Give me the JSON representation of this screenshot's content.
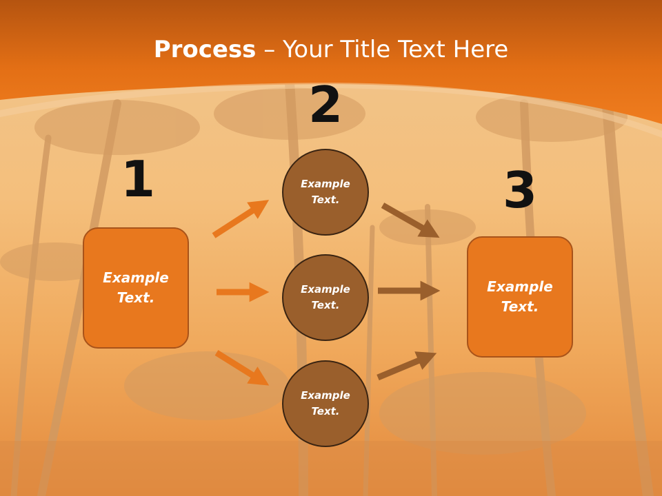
{
  "title": {
    "bold": "Process",
    "rest": " – Your Title Text Here"
  },
  "steps": {
    "one": "1",
    "two": "2",
    "three": "3"
  },
  "nodes": {
    "left": "Example Text.",
    "top": "Example Text.",
    "middle": "Example Text.",
    "bottom": "Example Text.",
    "right": "Example Text."
  },
  "colors": {
    "header": "#e8781e",
    "box_fill": "#e8781e",
    "circle_fill": "#9a5f2c",
    "arrow_left": "#e8781e",
    "arrow_right": "#9a5f2c"
  }
}
